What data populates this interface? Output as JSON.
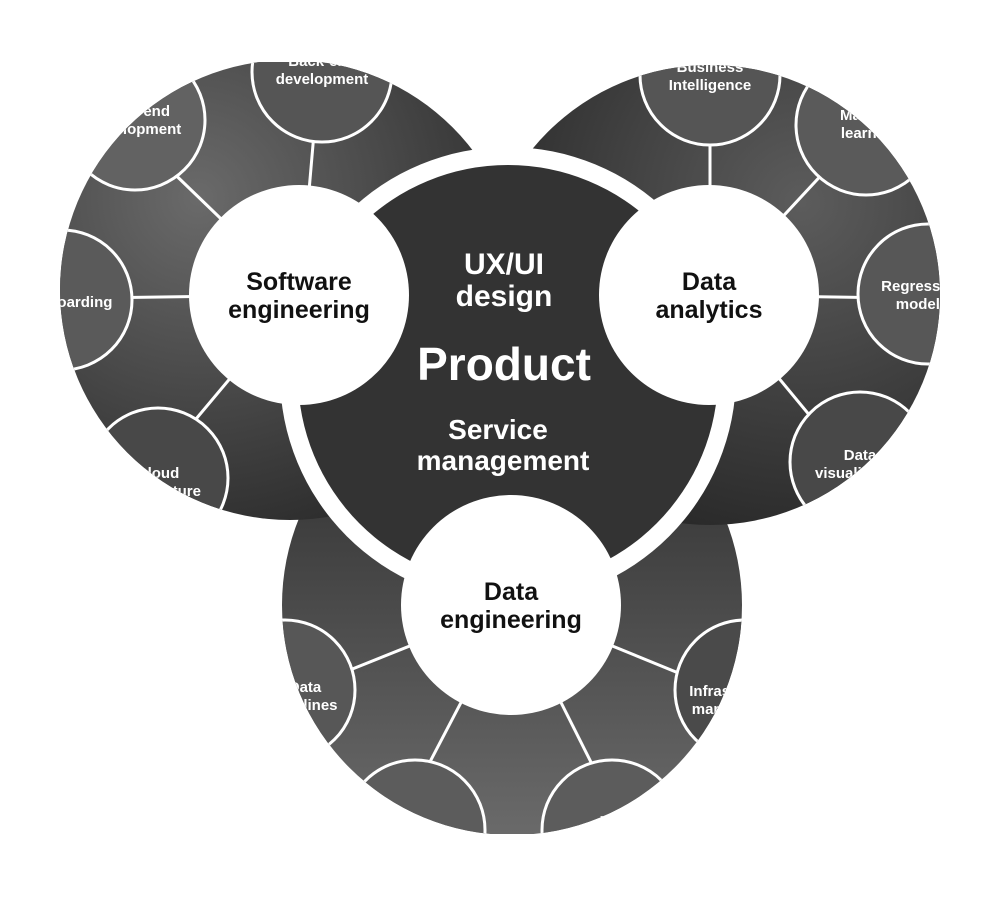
{
  "center": {
    "top_line1": "UX/UI",
    "top_line2": "design",
    "main": "Product",
    "bottom_line1": "Service",
    "bottom_line2": "management"
  },
  "clusters": {
    "software": {
      "line1": "Software",
      "line2": "engineering",
      "items": [
        {
          "line1": "Back-end",
          "line2": "development"
        },
        {
          "line1": "Front-end",
          "line2": "development"
        },
        {
          "line1": "Dashboarding",
          "line2": ""
        },
        {
          "line1": "Cloud",
          "line2": "architecture"
        }
      ]
    },
    "analytics": {
      "line1": "Data",
      "line2": "analytics",
      "items": [
        {
          "line1": "Business",
          "line2": "Intelligence"
        },
        {
          "line1": "Machine",
          "line2": "learning"
        },
        {
          "line1": "Regression",
          "line2": "models"
        },
        {
          "line1": "Data",
          "line2": "visualization"
        }
      ]
    },
    "engineering": {
      "line1": "Data",
      "line2": "engineering",
      "items": [
        {
          "line1": "Data",
          "line2": "pipelines"
        },
        {
          "line1": "",
          "line2": ""
        },
        {
          "line1": "D",
          "line2": ""
        },
        {
          "line1": "Infrastructure",
          "line2": "management"
        }
      ]
    }
  },
  "colors": {
    "background": "#ffffff",
    "dark": "#2e2e2e",
    "mid": "#5a5a5a",
    "ring": "#ffffff"
  }
}
